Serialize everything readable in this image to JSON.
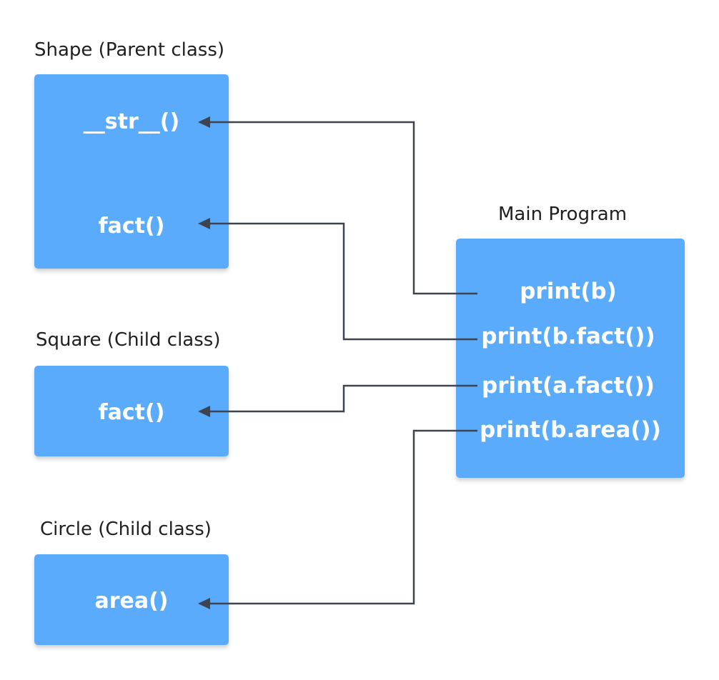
{
  "shape": {
    "label": "Shape (Parent class)",
    "method_str": "__str__()",
    "method_fact": "fact()"
  },
  "square": {
    "label": "Square (Child class)",
    "method_fact": "fact()"
  },
  "circle": {
    "label": "Circle (Child class)",
    "method_area": "area()"
  },
  "main_program": {
    "label": "Main Program",
    "lines": [
      "print(b)",
      "print(b.fact())",
      "print(a.fact())",
      "print(b.area())"
    ]
  },
  "colors": {
    "box_fill": "#5aabfb",
    "box_text": "#ffffff",
    "label_text": "#1f1f1f",
    "connector": "#3d4450"
  }
}
